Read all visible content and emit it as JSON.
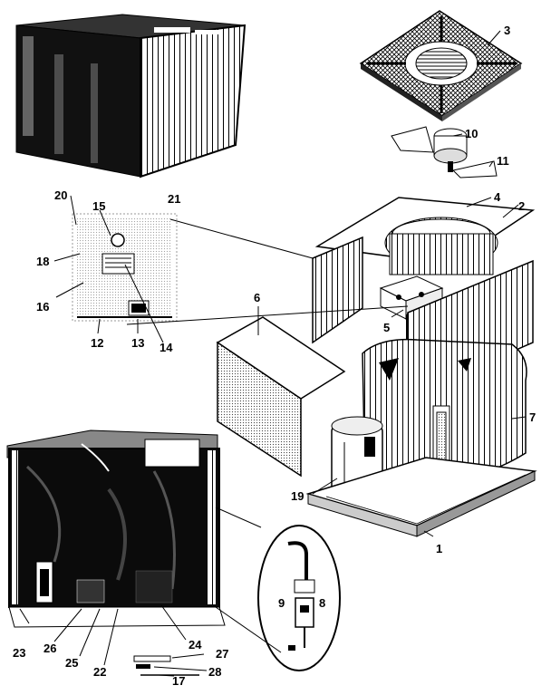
{
  "callouts": {
    "c1": "1",
    "c2": "2",
    "c3": "3",
    "c4": "4",
    "c5": "5",
    "c6": "6",
    "c7": "7",
    "c8": "8",
    "c9": "9",
    "c10": "10",
    "c11": "11",
    "c12": "12",
    "c13": "13",
    "c14": "14",
    "c15": "15",
    "c16": "16",
    "c17": "17",
    "c18": "18",
    "c19": "19",
    "c20": "20",
    "c21": "21",
    "c22": "22",
    "c23": "23",
    "c24": "24",
    "c25": "25",
    "c26": "26",
    "c27": "27",
    "c28": "28"
  },
  "colors": {
    "ink": "#000000",
    "paper": "#ffffff",
    "shade": "#1a1a1a"
  }
}
